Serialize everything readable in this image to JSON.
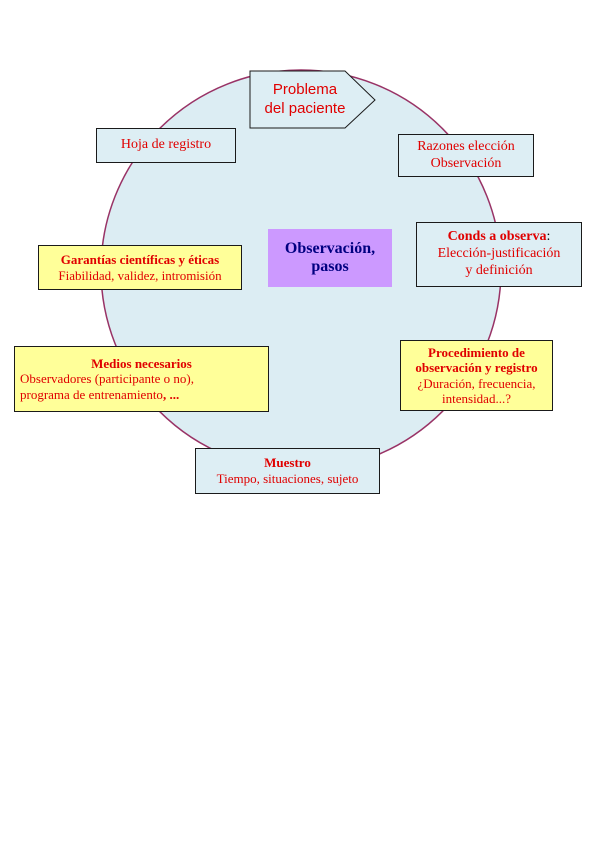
{
  "center": {
    "line1": "Observación,",
    "line2": "pasos"
  },
  "problema": {
    "line1": "Problema",
    "line2": "del paciente"
  },
  "razones": {
    "line1": "Razones elección",
    "line2": "Observación"
  },
  "conds": {
    "title": "Conds a observa",
    "suffix": ":",
    "line2": "Elección-justificación",
    "line3": "y definición"
  },
  "procedimiento": {
    "title1": "Procedimiento de",
    "title2": "observación y registro",
    "line3": "¿Duración, frecuencia,",
    "line4": "intensidad...?"
  },
  "muestreo": {
    "title": "Muestro",
    "line2": "Tiempo, situaciones, sujeto"
  },
  "medios": {
    "title": "Medios necesarios",
    "line2": "Observadores (participante o no),",
    "line3": "programa de entrenamiento",
    "line3_bold": ", ..."
  },
  "garantias": {
    "title": "Garantías científicas y éticas",
    "line2": "Fiabilidad, validez, intromisión"
  },
  "hoja": {
    "label": "Hoja de registro"
  },
  "colors": {
    "circle_fill": "#dcedf3",
    "circle_stroke": "#993366",
    "center_fill": "#cc99ff",
    "text_red": "#e00000",
    "text_navy": "#000080",
    "yellow": "#ffff99"
  }
}
